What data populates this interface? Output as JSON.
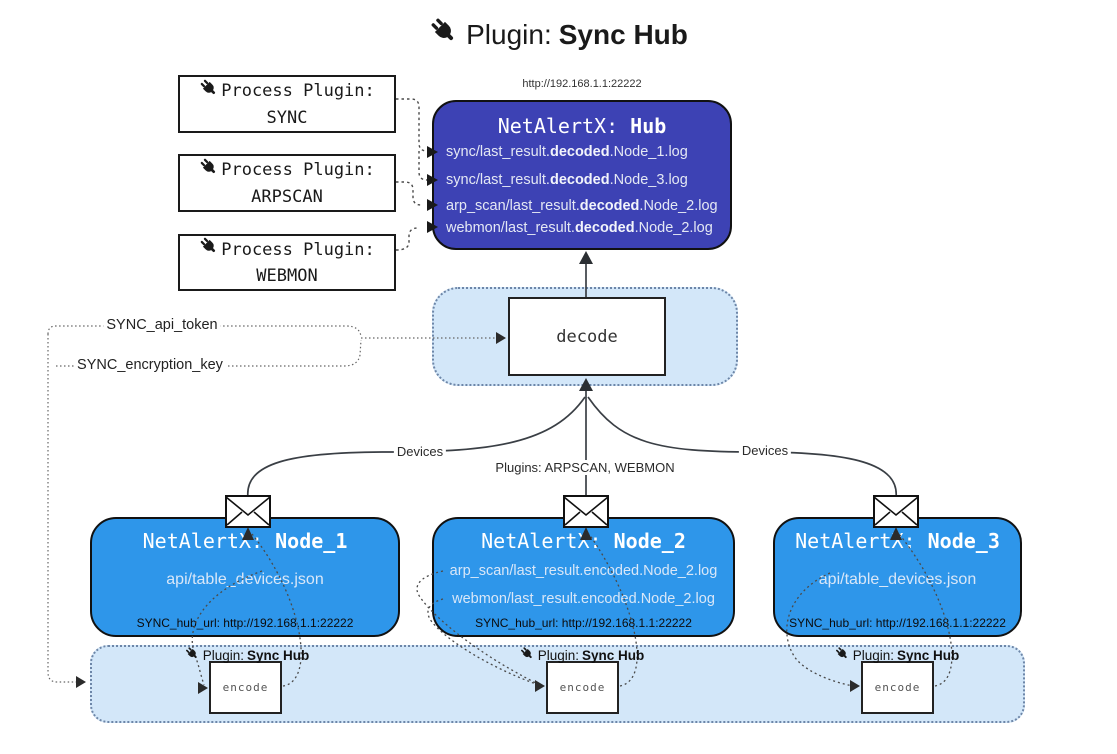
{
  "title": {
    "icon": "plug-icon",
    "prefix": "Plugin:",
    "name": "Sync Hub"
  },
  "hub": {
    "url": "http://192.168.1.1:22222",
    "title_prefix": "NetAlertX:",
    "title_name": "Hub",
    "logs": [
      {
        "pre": "sync/last_result.",
        "bold": "decoded",
        "post": ".Node_1.log"
      },
      {
        "pre": "sync/last_result.",
        "bold": "decoded",
        "post": ".Node_3.log"
      },
      {
        "pre": "arp_scan/last_result.",
        "bold": "decoded",
        "post": ".Node_2.log"
      },
      {
        "pre": "webmon/last_result.",
        "bold": "decoded",
        "post": ".Node_2.log"
      }
    ]
  },
  "process_plugins": [
    {
      "label": "Process Plugin:",
      "name": "SYNC"
    },
    {
      "label": "Process Plugin:",
      "name": "ARPSCAN"
    },
    {
      "label": "Process Plugin:",
      "name": "WEBMON"
    }
  ],
  "decode_label": "decode",
  "settings": {
    "api_token": "SYNC_api_token",
    "encryption_key": "SYNC_encryption_key"
  },
  "edge_labels": {
    "devices_left": "Devices",
    "plugins_center": "Plugins: ARPSCAN, WEBMON",
    "devices_right": "Devices"
  },
  "nodes": [
    {
      "title_prefix": "NetAlertX:",
      "title_name": "Node_1",
      "lines": [
        "api/table_devices.json"
      ],
      "hub_url": "SYNC_hub_url: http://192.168.1.1:22222"
    },
    {
      "title_prefix": "NetAlertX:",
      "title_name": "Node_2",
      "lines": [
        "arp_scan/last_result.encoded.Node_2.log",
        "webmon/last_result.encoded.Node_2.log"
      ],
      "hub_url": "SYNC_hub_url: http://192.168.1.1:22222"
    },
    {
      "title_prefix": "NetAlertX:",
      "title_name": "Node_3",
      "lines": [
        "api/table_devices.json"
      ],
      "hub_url": "SYNC_hub_url: http://192.168.1.1:22222"
    }
  ],
  "encoders": [
    {
      "plugin_prefix": "Plugin:",
      "plugin_name": "Sync Hub",
      "box_label": "encode"
    },
    {
      "plugin_prefix": "Plugin:",
      "plugin_name": "Sync Hub",
      "box_label": "encode"
    },
    {
      "plugin_prefix": "Plugin:",
      "plugin_name": "Sync Hub",
      "box_label": "encode"
    }
  ],
  "colors": {
    "hub_fill": "#3d42b4",
    "node_fill": "#2e96ea",
    "container_fill": "#d3e7f9",
    "container_border": "#6d86a8",
    "box_border": "#111111",
    "line": "#3a3f45",
    "hub_text": "#e4e8f4"
  }
}
